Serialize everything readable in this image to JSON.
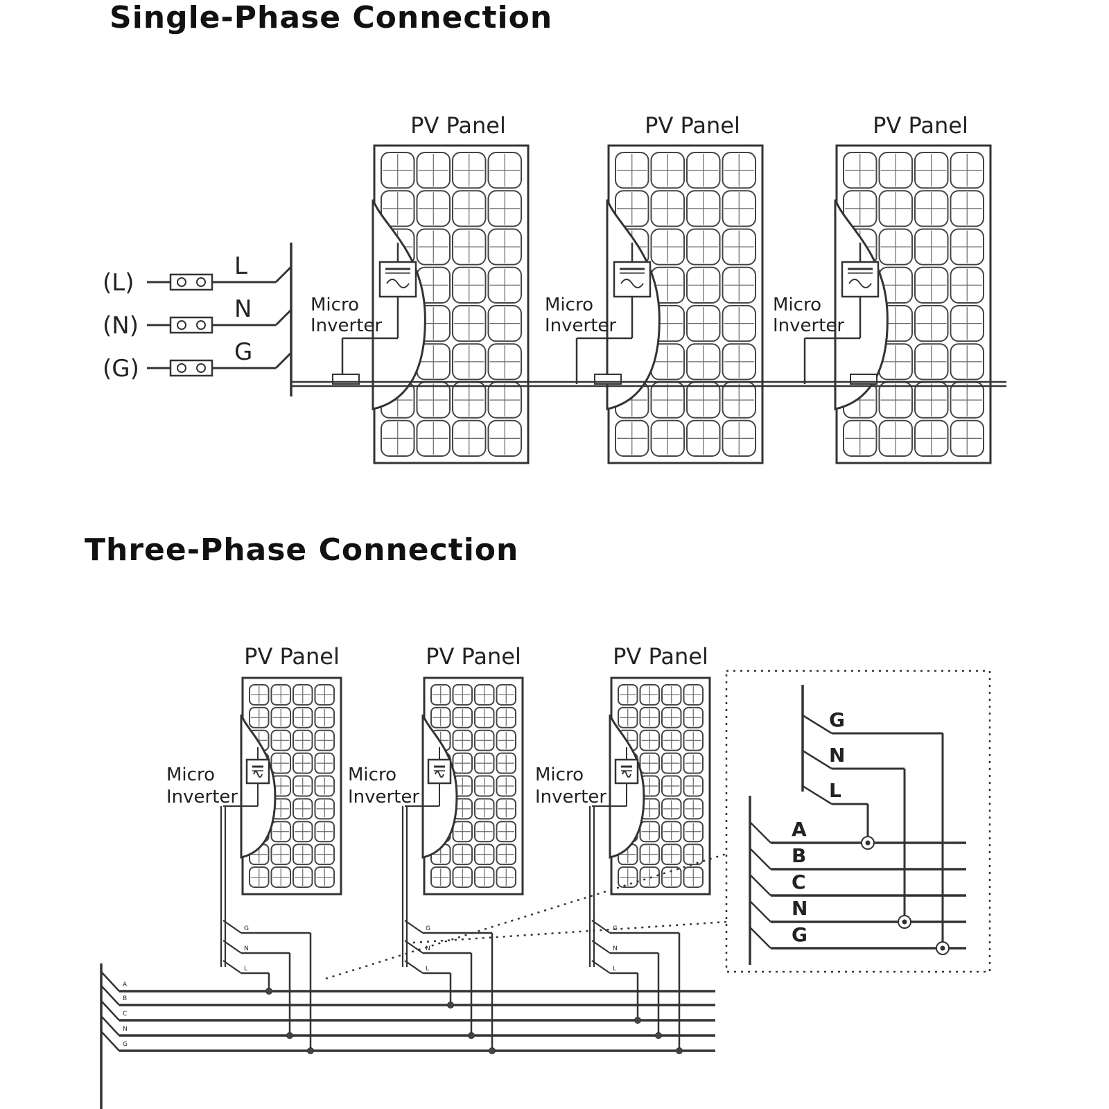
{
  "single_phase": {
    "title": "Single-Phase Connection",
    "panel_label": "PV Panel",
    "inverter_label_line1": "Micro",
    "inverter_label_line2": "Inverter",
    "terminals": [
      "(L)",
      "(N)",
      "(G)"
    ],
    "wires": [
      "L",
      "N",
      "G"
    ]
  },
  "three_phase": {
    "title": "Three-Phase Connection",
    "panel_label": "PV Panel",
    "inverter_label_line1": "Micro",
    "inverter_label_line2": "Inverter",
    "drop_labels": [
      "G",
      "N",
      "L"
    ],
    "bus_lines": [
      "A",
      "B",
      "C",
      "N",
      "G"
    ],
    "inset": {
      "drop_labels": [
        "G",
        "N",
        "L"
      ],
      "bus_lines": [
        "A",
        "B",
        "C",
        "N",
        "G"
      ]
    }
  }
}
